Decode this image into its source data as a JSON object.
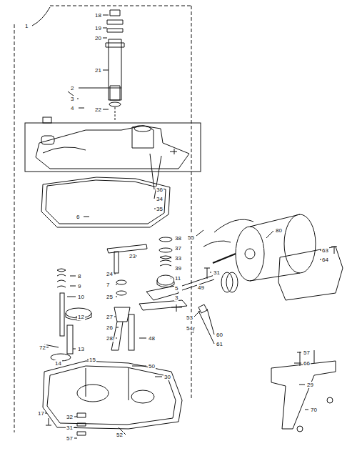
{
  "diagram": {
    "labels": [
      "1",
      "18",
      "19",
      "20",
      "21",
      "22",
      "2",
      "3",
      "4",
      "36",
      "34",
      "35",
      "6",
      "55",
      "80",
      "63",
      "64",
      "23",
      "38",
      "37",
      "33",
      "39",
      "11",
      "5",
      "3",
      "8",
      "9",
      "10",
      "12",
      "13",
      "72",
      "14",
      "15",
      "24",
      "7",
      "25",
      "27",
      "26",
      "28",
      "48",
      "50",
      "30",
      "31",
      "49",
      "53",
      "54",
      "60",
      "61",
      "57",
      "66",
      "29",
      "70",
      "17",
      "32",
      "31",
      "57",
      "52"
    ]
  }
}
